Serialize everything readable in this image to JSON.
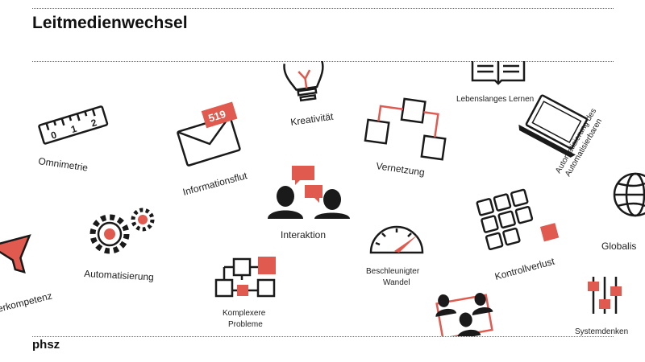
{
  "slide": {
    "title": "Leitmedienwechsel",
    "footer": "phsz"
  },
  "icons": {
    "omnimetrie": {
      "label": "Omnimetrie",
      "ruler_numbers": [
        "0",
        "1",
        "2"
      ]
    },
    "informationsflut": {
      "label": "Informationsflut",
      "badge": "519"
    },
    "kreativitaet": {
      "label": "Kreativität"
    },
    "vernetzung": {
      "label": "Vernetzung"
    },
    "lebenslanges_lernen": {
      "label": "Lebenslanges Lernen"
    },
    "automatisierung_des_automatisierbaren": {
      "label_line1": "Automatisierung des",
      "label_line2": "Automatisierbaren"
    },
    "interaktion": {
      "label": "Interaktion"
    },
    "automatisierung": {
      "label": "Automatisierung"
    },
    "beschleunigter_wandel": {
      "label_line1": "Beschleunigter",
      "label_line2": "Wandel"
    },
    "kontrollverlust": {
      "label": "Kontrollverlust"
    },
    "globalisierung": {
      "label": "Globalis"
    },
    "filterkompetenz": {
      "label": "erkompetenz"
    },
    "komplexere_probleme": {
      "label_line1": "Komplexere",
      "label_line2": "Probleme"
    },
    "systemdenken": {
      "label": "Systemdenken"
    }
  },
  "colors": {
    "accent": "#e05a4f",
    "ink": "#1a1a1a"
  }
}
